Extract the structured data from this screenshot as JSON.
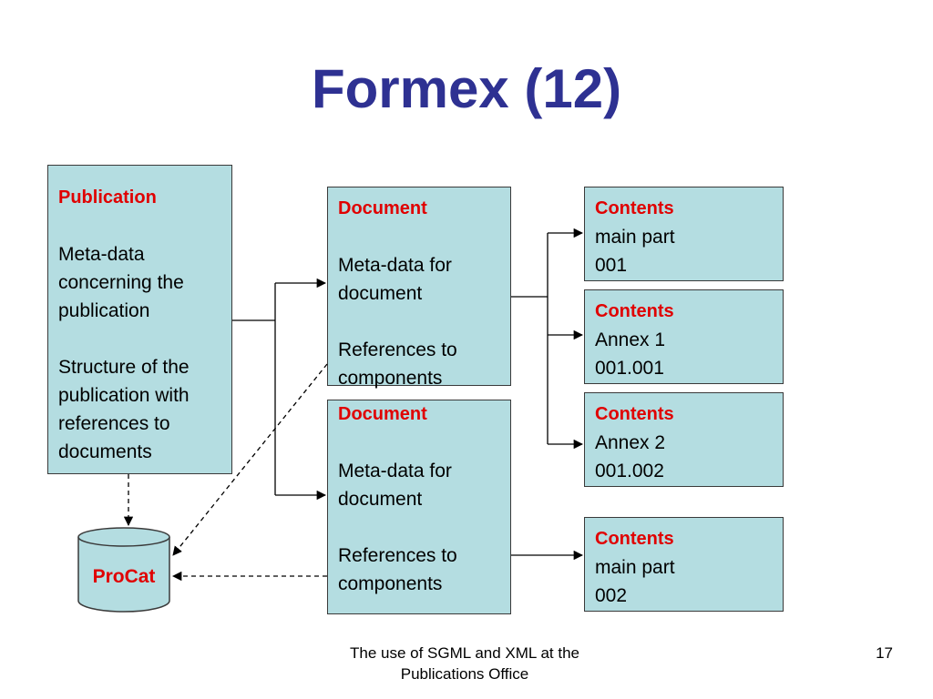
{
  "title": "Formex (12)",
  "publication": {
    "heading": "Publication",
    "meta_lines": [
      "Meta-data",
      "concerning the",
      "publication"
    ],
    "structure_lines": [
      "Structure of the",
      "publication with",
      "references to",
      "documents"
    ]
  },
  "documents": [
    {
      "heading": "Document",
      "meta_lines": [
        "Meta-data for",
        "document"
      ],
      "ref_lines": [
        "References to",
        "components"
      ]
    },
    {
      "heading": "Document",
      "meta_lines": [
        "Meta-data for",
        "document"
      ],
      "ref_lines": [
        "References to",
        "components"
      ]
    }
  ],
  "contents": [
    {
      "heading": "Contents",
      "line1": "main part",
      "line2": "001"
    },
    {
      "heading": "Contents",
      "line1": "Annex 1",
      "line2": "001.001"
    },
    {
      "heading": "Contents",
      "line1": "Annex 2",
      "line2": "001.002"
    },
    {
      "heading": "Contents",
      "line1": "main part",
      "line2": "002"
    }
  ],
  "database": {
    "label": "ProCat",
    "fill": "#b4dde1"
  },
  "footer": {
    "line1": "The use of SGML and XML at the",
    "line2": "Publications Office",
    "page": "17"
  },
  "colors": {
    "title": "#2e3192",
    "heading": "#e00000",
    "box_fill": "#b4dde1"
  }
}
